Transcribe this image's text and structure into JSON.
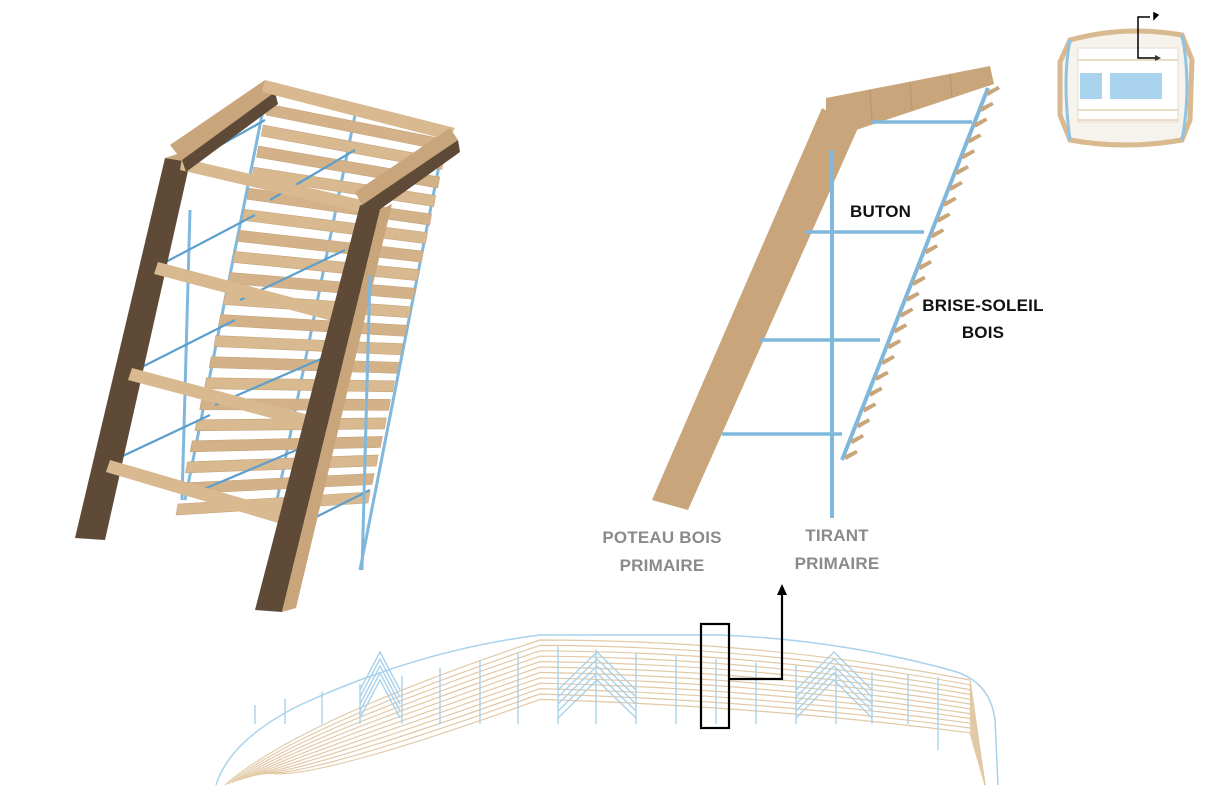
{
  "labels": {
    "buton": "BUTON",
    "brise_soleil_line1": "BRISE-SOLEIL",
    "brise_soleil_line2": "BOIS",
    "poteau_line1": "POTEAU BOIS",
    "poteau_line2": "PRIMAIRE",
    "tirant_line1": "TIRANT",
    "tirant_line2": "PRIMAIRE"
  },
  "colors": {
    "wood_light": "#d9b98f",
    "wood_mid": "#c8a57a",
    "wood_dark": "#5e4a37",
    "steel_blue": "#7fb8dc",
    "steel_blue_light": "#a9d2ec",
    "label_dark": "#111111",
    "label_grey": "#8a8a8a",
    "marker": "#000000"
  },
  "icons": {
    "section_marker": "section-arrow-icon",
    "callout_arrow": "arrow-up-icon"
  }
}
